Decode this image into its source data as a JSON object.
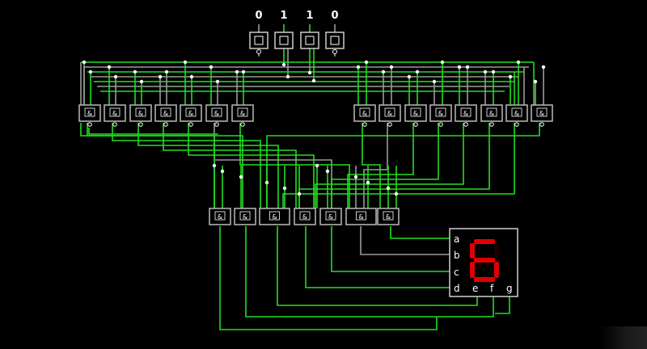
{
  "inputs": {
    "bits": [
      "0",
      "1",
      "1",
      "0"
    ]
  },
  "gate_symbol": "&",
  "display": {
    "digit": "6",
    "segment_color": "#e00000",
    "pins": [
      "a",
      "b",
      "c",
      "d",
      "e",
      "f",
      "g"
    ]
  },
  "colors": {
    "wire_on": "#22dd22",
    "wire_off": "#9a9a9a",
    "gate_border": "#bbbbbb",
    "background": "#000000"
  }
}
